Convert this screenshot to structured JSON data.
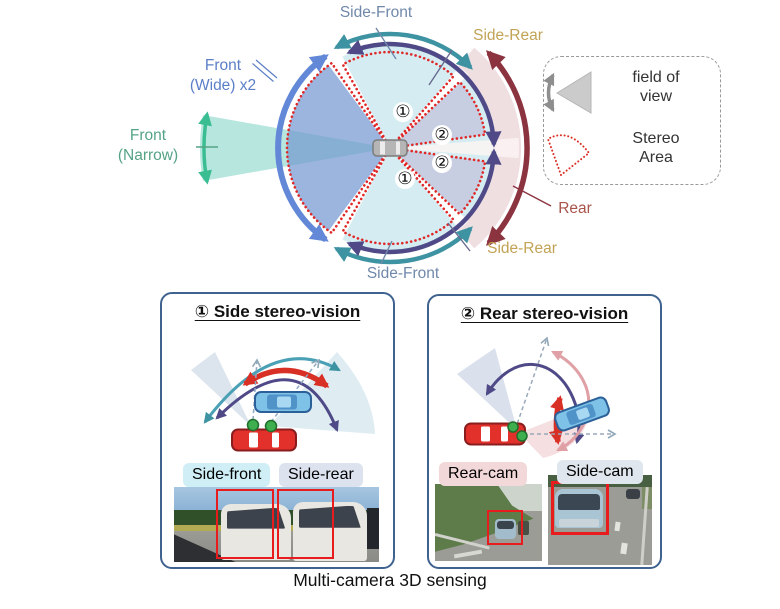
{
  "caption": "Multi-camera 3D sensing",
  "diagram": {
    "side_front_top": "Side-Front",
    "side_rear_top": "Side-Rear",
    "front_wide_1": "Front",
    "front_wide_2": "(Wide) x2",
    "front_narrow_1": "Front",
    "front_narrow_2": "(Narrow)",
    "rear": "Rear",
    "side_rear_bottom": "Side-Rear",
    "side_front_bottom": "Side-Front",
    "marker_side": "①",
    "marker_rear": "②",
    "legend": {
      "fov_1": "field of",
      "fov_2": "view",
      "stereo_1": "Stereo",
      "stereo_2": "Area"
    },
    "colors": {
      "front_wide_arc": "#6488d8",
      "front_narrow_arc": "#3bbd92",
      "side_front_arc": "#3e93a3",
      "side_rear_arc": "#4f4a87",
      "rear_arc": "#8c3340",
      "stereo_outline": "#e02828",
      "label_side_front": "#7088aa",
      "label_side_rear": "#c2a355",
      "label_rear": "#a8544a",
      "label_front_narrow": "#55a385",
      "label_front_wide": "#5b7fc7"
    }
  },
  "panel_side": {
    "title": "① Side stereo-vision",
    "tag_front": "Side-front",
    "tag_rear": "Side-rear"
  },
  "panel_rear": {
    "title": "② Rear stereo-vision",
    "tag_rear_cam": "Rear-cam",
    "tag_side_cam": "Side-cam"
  }
}
